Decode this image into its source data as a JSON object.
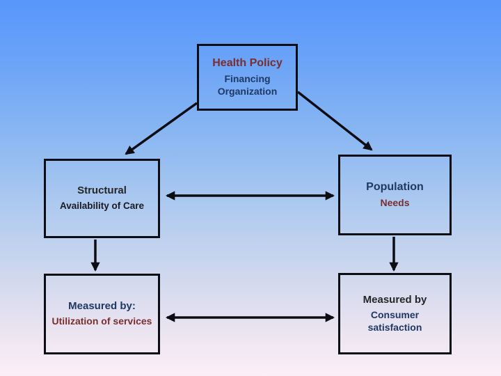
{
  "boxes": {
    "health_policy": {
      "title": "Health Policy",
      "subtitle": "Financing Organization"
    },
    "structural": {
      "title": "Structural",
      "subtitle": "Availability of Care"
    },
    "population": {
      "title": "Population",
      "subtitle": "Needs"
    },
    "measured_left": {
      "title": "Measured by:",
      "subtitle": "Utilization of services"
    },
    "measured_right": {
      "title": "Measured by",
      "subtitle": "Consumer satisfaction"
    }
  },
  "colors": {
    "background_top": "#5797fb",
    "background_bottom": "#fdeff7",
    "box_border": "#0c0c14",
    "arrow": "#0c0c14",
    "title_maroon": "#7a2e2e",
    "title_navy": "#1f3864",
    "title_charcoal": "#262626"
  }
}
